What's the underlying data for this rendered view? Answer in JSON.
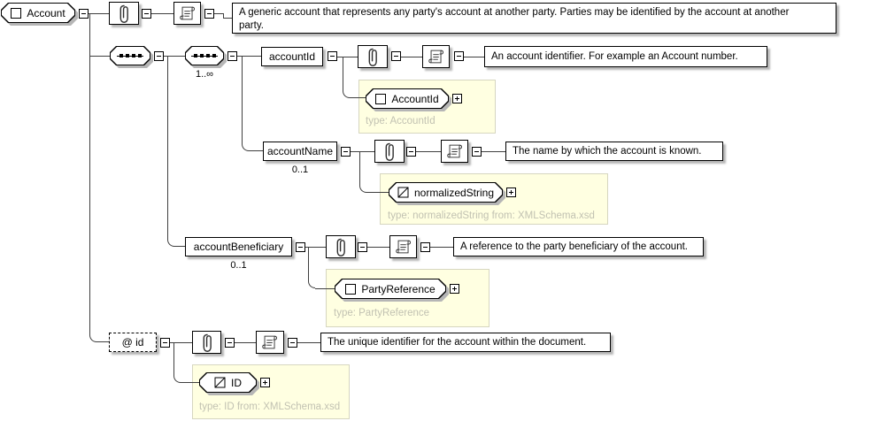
{
  "colors": {
    "panel_bg": "#ffffe1",
    "panel_border": "#d6d6c0",
    "type_note_text": "#c2c2b2",
    "connector_line": "#3f3f3f",
    "node_shadow": "#b6b6b6",
    "node_bg": "#ffffff",
    "node_border": "#000000"
  },
  "icons": {
    "annotation": "paperclip-icon",
    "documentation": "scroll-icon",
    "sequence_compositor": "sequence-dots-icon",
    "complex_type": "square-icon",
    "simple_type": "diagonal-square-icon",
    "expanded_toggle": "minus",
    "collapsed_toggle": "plus"
  },
  "root": {
    "label": "Account",
    "doc_lines": [
      "A generic account that represents any party's account at another party. Parties may be identified by the account at another",
      "party."
    ]
  },
  "sequences": {
    "inner_cardinality": "1..∞"
  },
  "elements": {
    "accountId": {
      "name": "accountId",
      "doc": "An account identifier. For example an Account number.",
      "type_label": "AccountId",
      "type_note": "type: AccountId"
    },
    "accountName": {
      "name": "accountName",
      "cardinality": "0..1",
      "doc": "The name by which the account is known.",
      "type_label": "normalizedString",
      "type_note": "type: normalizedString from: XMLSchema.xsd"
    },
    "accountBeneficiary": {
      "name": "accountBeneficiary",
      "cardinality": "0..1",
      "doc": "A reference to the party beneficiary of the account.",
      "type_label": "PartyReference",
      "type_note": "type: PartyReference"
    },
    "idAttribute": {
      "name": "@ id",
      "doc": "The unique identifier for the account within the document.",
      "type_label": "ID",
      "type_note": "type: ID from: XMLSchema.xsd"
    }
  }
}
